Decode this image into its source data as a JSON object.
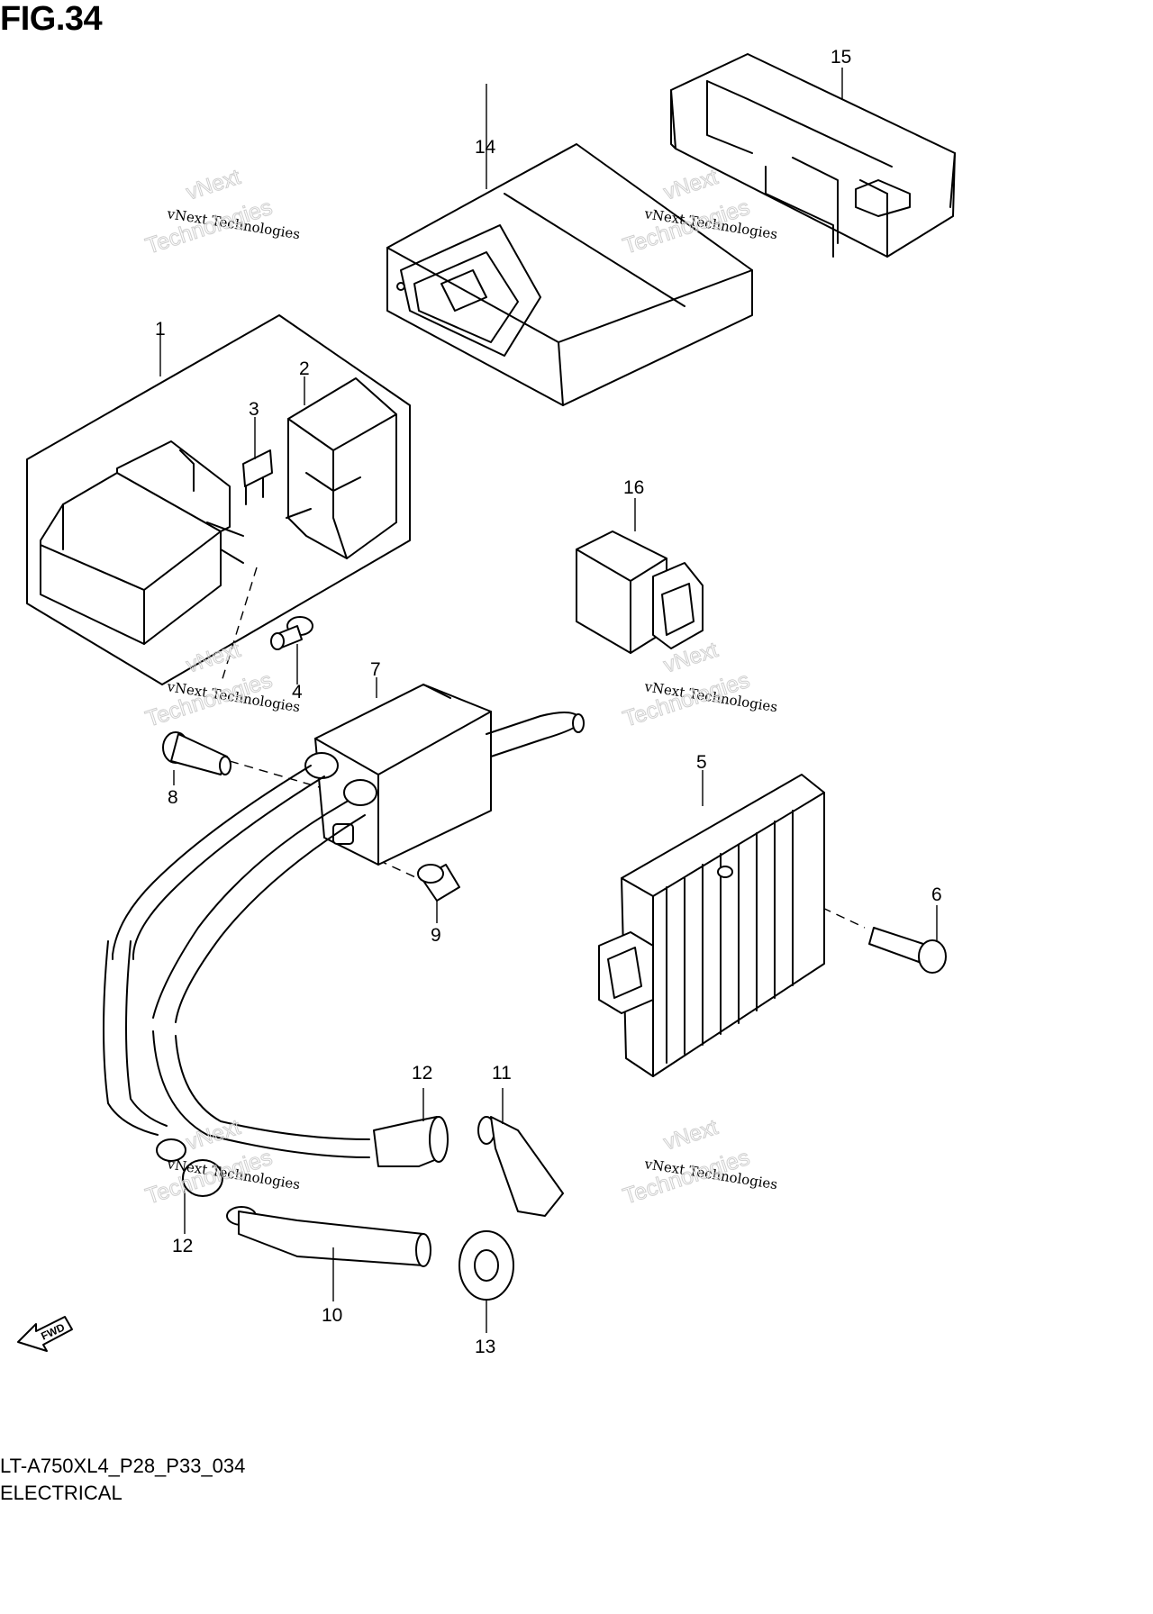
{
  "figure": {
    "title": "FIG.34",
    "model_code": "LT-A750XL4_P28_P33_034",
    "section": "ELECTRICAL"
  },
  "callouts": {
    "c1": "1",
    "c2": "2",
    "c3": "3",
    "c4": "4",
    "c5": "5",
    "c6": "6",
    "c7": "7",
    "c8": "8",
    "c9": "9",
    "c10": "10",
    "c11": "11",
    "c12a": "12",
    "c12b": "12",
    "c13": "13",
    "c14": "14",
    "c15": "15",
    "c16": "16"
  },
  "fwd_label": "FWD",
  "watermark": {
    "line1": "vNext",
    "line2": "vNext Technologies",
    "line3": "Technologies"
  },
  "colors": {
    "ink": "#000000",
    "background": "#ffffff",
    "watermark": "#cfcfcf"
  }
}
